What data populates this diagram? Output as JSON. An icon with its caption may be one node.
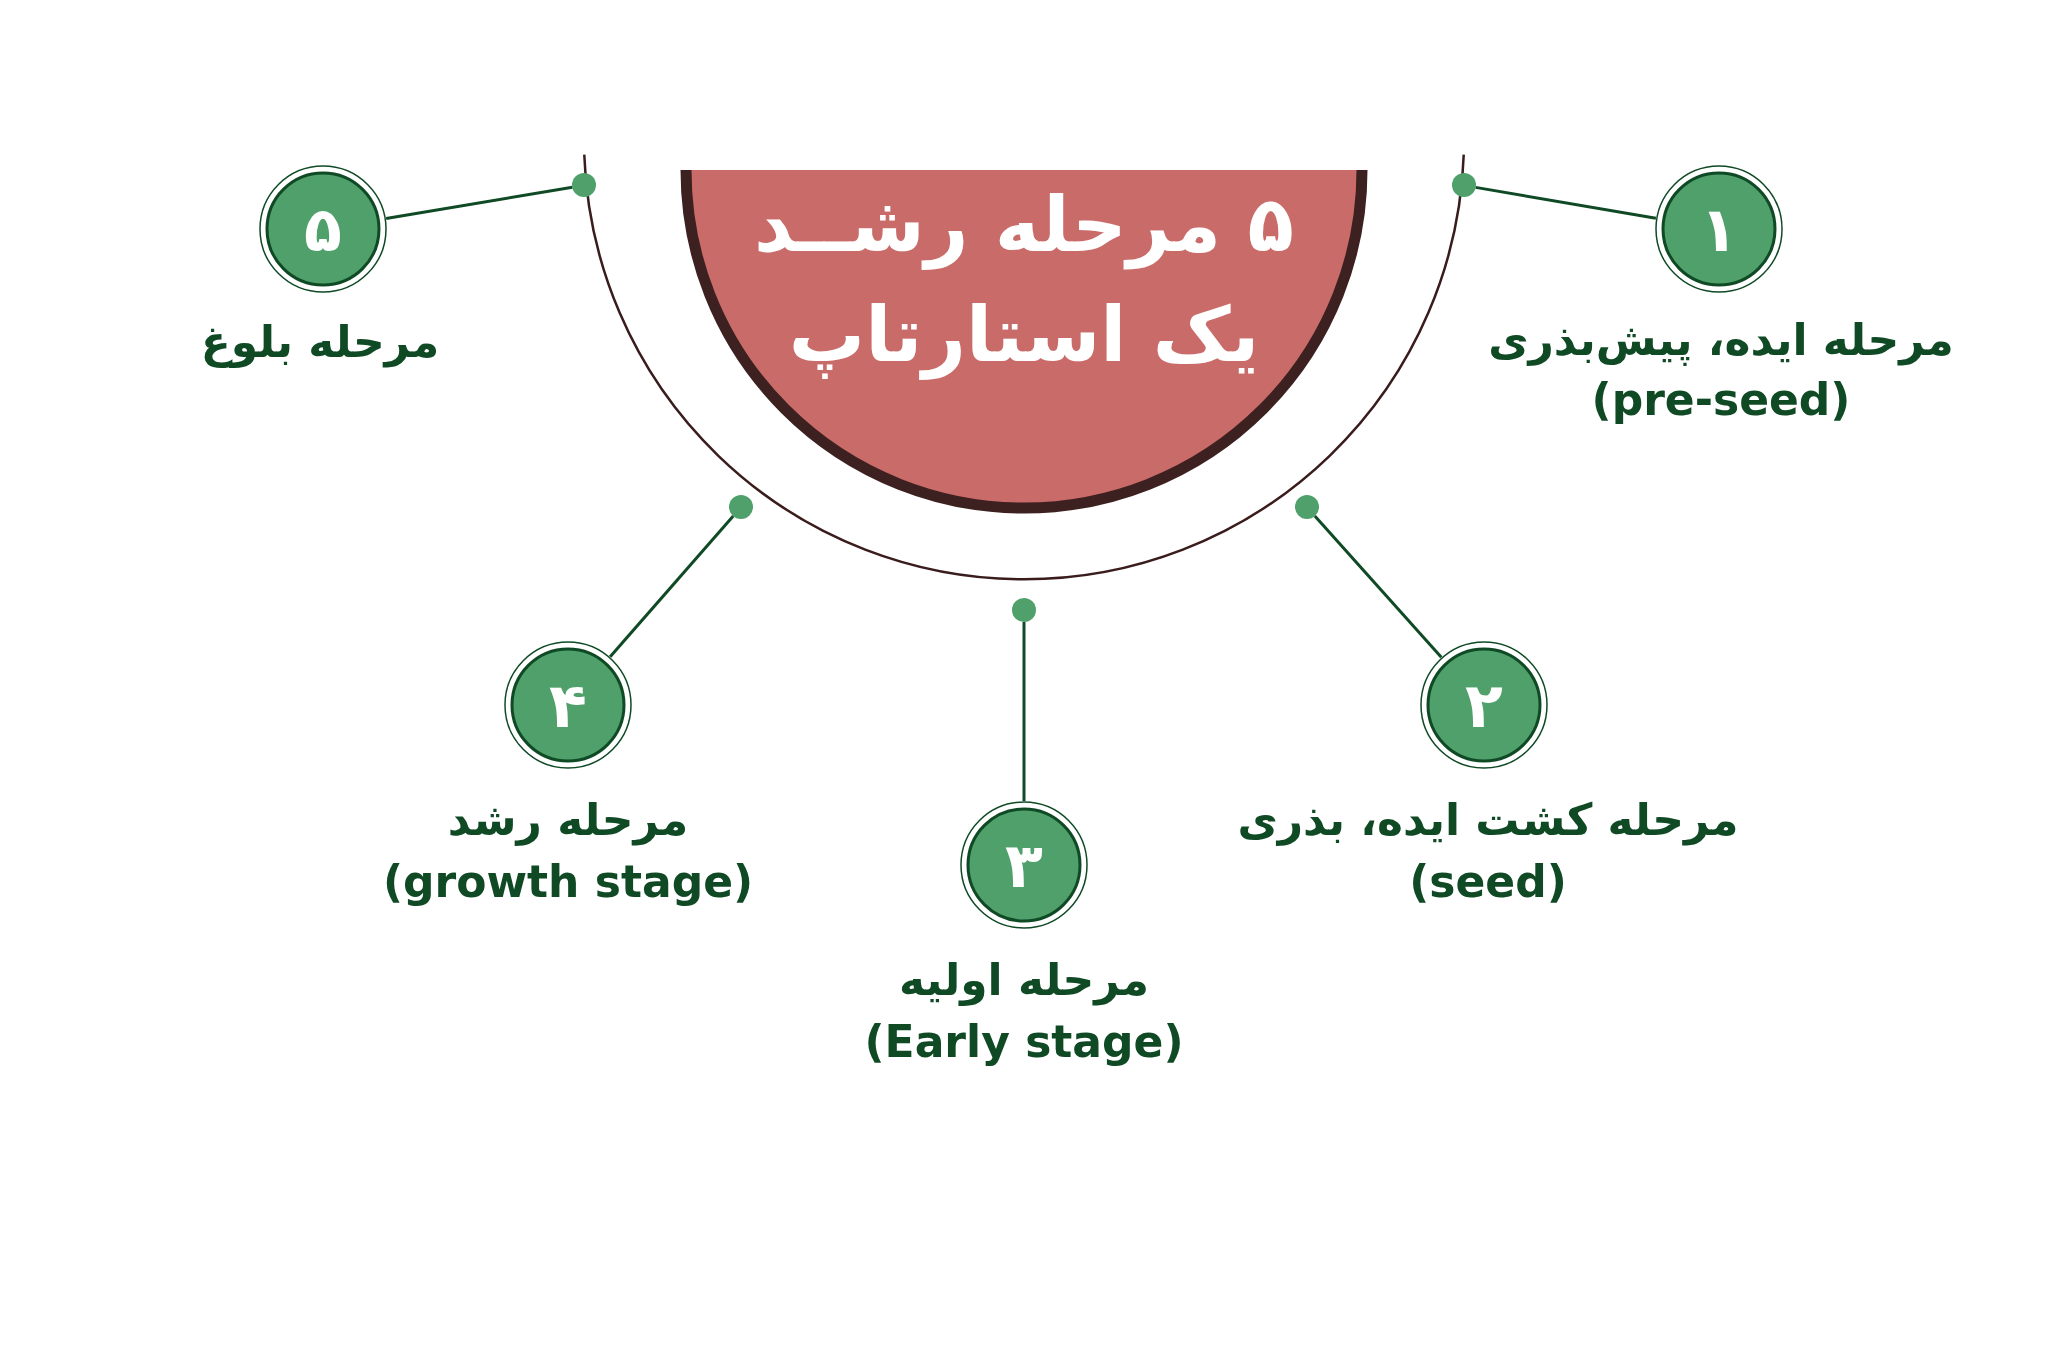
{
  "diagram": {
    "nodes": [
      {
        "text": [
          "۵ مرحله رشــد",
          "یک استارتاپ"
        ]
      },
      {
        "text": [
          "۱"
        ],
        "beside": [
          "مرحله ایده، پیش‌بذری",
          "(pre-seed)"
        ]
      },
      {
        "text": [
          "۲"
        ],
        "beside": [
          "مرحله کشت ایده، بذری",
          "(seed)"
        ]
      },
      {
        "text": [
          "۳"
        ],
        "beside": [
          "مرحله اولیه",
          "(Early stage)"
        ]
      },
      {
        "text": [
          "۴"
        ],
        "beside": [
          "مرحله رشد",
          "(growth stage)"
        ]
      },
      {
        "text": [
          "۵"
        ],
        "beside": [
          "مرحله بلوغ"
        ]
      },
      {
        "text": [],
        "shape": "circle"
      },
      {
        "text": [],
        "shape": "circle"
      },
      {
        "text": [],
        "shape": "circle"
      },
      {
        "text": [],
        "shape": "circle"
      },
      {
        "text": [],
        "shape": "circle"
      }
    ],
    "edges": [
      {
        "from": 6,
        "to": 1,
        "arrow": "none"
      },
      {
        "from": 7,
        "to": 2,
        "arrow": "none"
      },
      {
        "from": 8,
        "to": 3,
        "arrow": "none"
      },
      {
        "from": 9,
        "to": 4,
        "arrow": "none"
      },
      {
        "from": 10,
        "to": 5,
        "arrow": "none"
      }
    ]
  }
}
